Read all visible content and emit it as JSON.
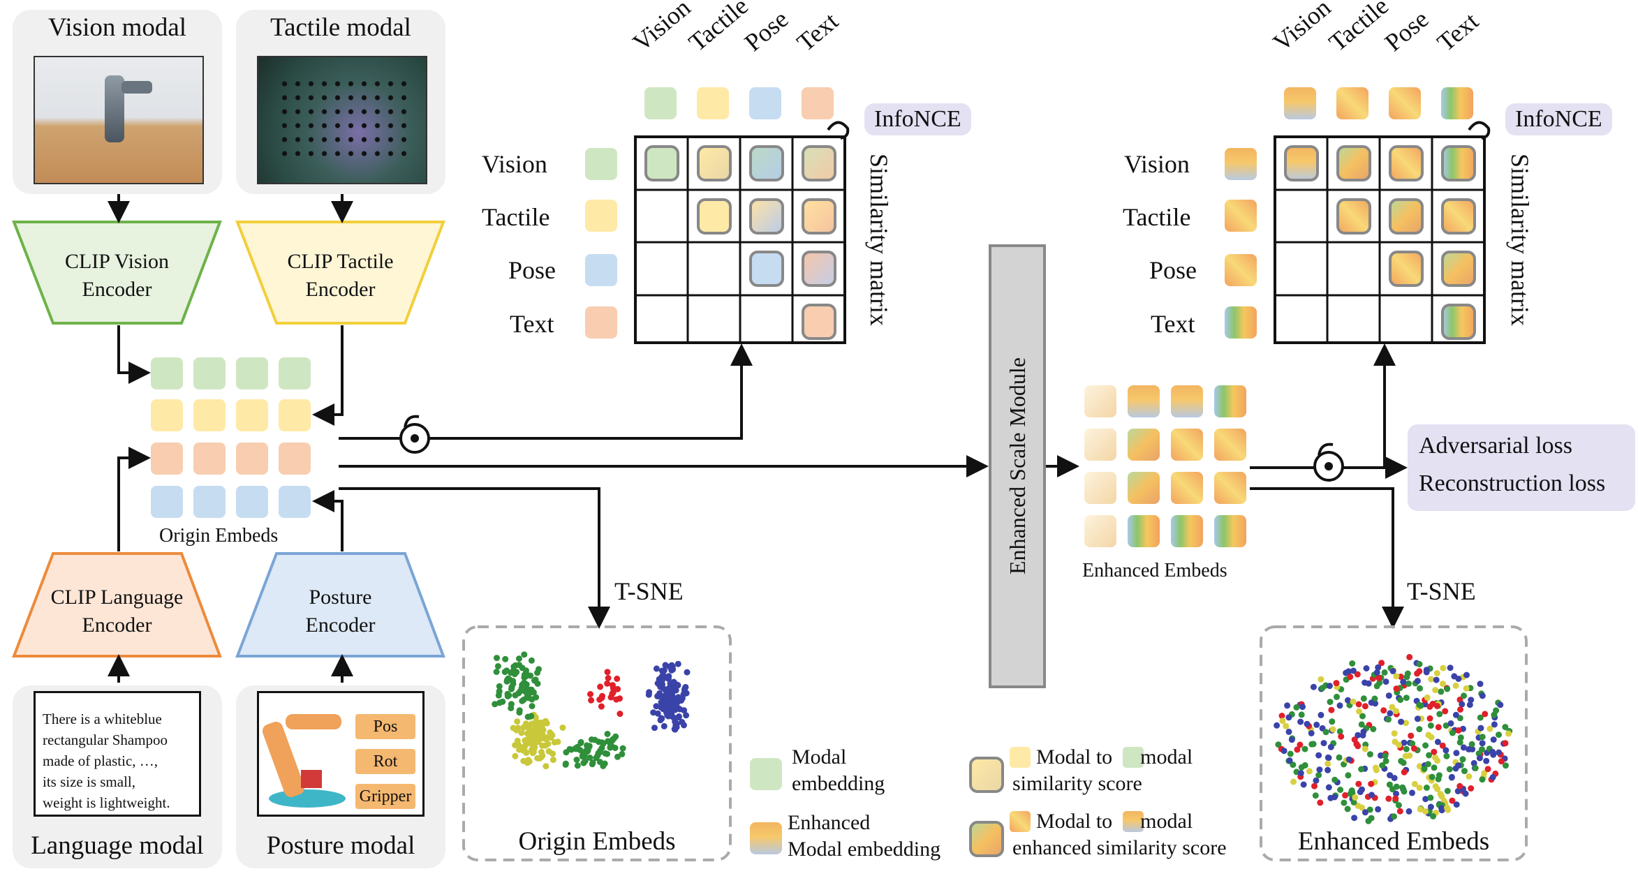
{
  "modal_cards": {
    "vision": "Vision modal",
    "tactile": "Tactile modal",
    "language": "Language modal",
    "posture": "Posture modal"
  },
  "encoders": {
    "clip_vision": [
      "CLIP Vision",
      "Encoder"
    ],
    "clip_tactile": [
      "CLIP Tactile",
      "Encoder"
    ],
    "clip_language": [
      "CLIP Language",
      "Encoder"
    ],
    "posture": [
      "Posture",
      "Encoder"
    ]
  },
  "language_text": [
    "There is a whiteblue",
    "rectangular Shampoo",
    "made of plastic, …,",
    "its size is small,",
    "weight is lightweight."
  ],
  "posture_tags": [
    "Pos",
    "Rot",
    "Gripper"
  ],
  "origin_embeds_label": "Origin Embeds",
  "enhanced_embeds_label": "Enhanced Embeds",
  "matrix": {
    "columns": [
      "Vision",
      "Tactile",
      "Pose",
      "Text"
    ],
    "rows": [
      "Vision",
      "Tactile",
      "Pose",
      "Text"
    ],
    "loss": "InfoNCE",
    "caption": "Similarity matrix"
  },
  "enhanced_scale_module": "Enhanced Scale Module",
  "tsne": "T-SNE",
  "losses": [
    "Adversarial loss",
    "Reconstruction loss"
  ],
  "tsne_panels": {
    "origin": "Origin Embeds",
    "enhanced": "Enhanced Embeds"
  },
  "legend": {
    "modal_embedding": [
      "Modal",
      "embedding"
    ],
    "enhanced_modal_embedding": [
      "Enhanced",
      "Modal embedding"
    ],
    "similarity": {
      "a": "Modal to",
      "b": "modal",
      "c": "similarity score"
    },
    "enhanced_similarity": {
      "a": "Modal to",
      "b": "modal",
      "c": "enhanced similarity score"
    }
  },
  "colors": {
    "vision": "#cfe6c3",
    "tactile": "#ffe9a6",
    "pose": "#c6dcf1",
    "text": "#f8cdb0",
    "vision_encoder": "#6db24a",
    "tactile_encoder": "#f2cf3a",
    "language_encoder": "#ec8b3c",
    "posture_encoder": "#7aa5d6",
    "pill": "#e3e1f2"
  }
}
